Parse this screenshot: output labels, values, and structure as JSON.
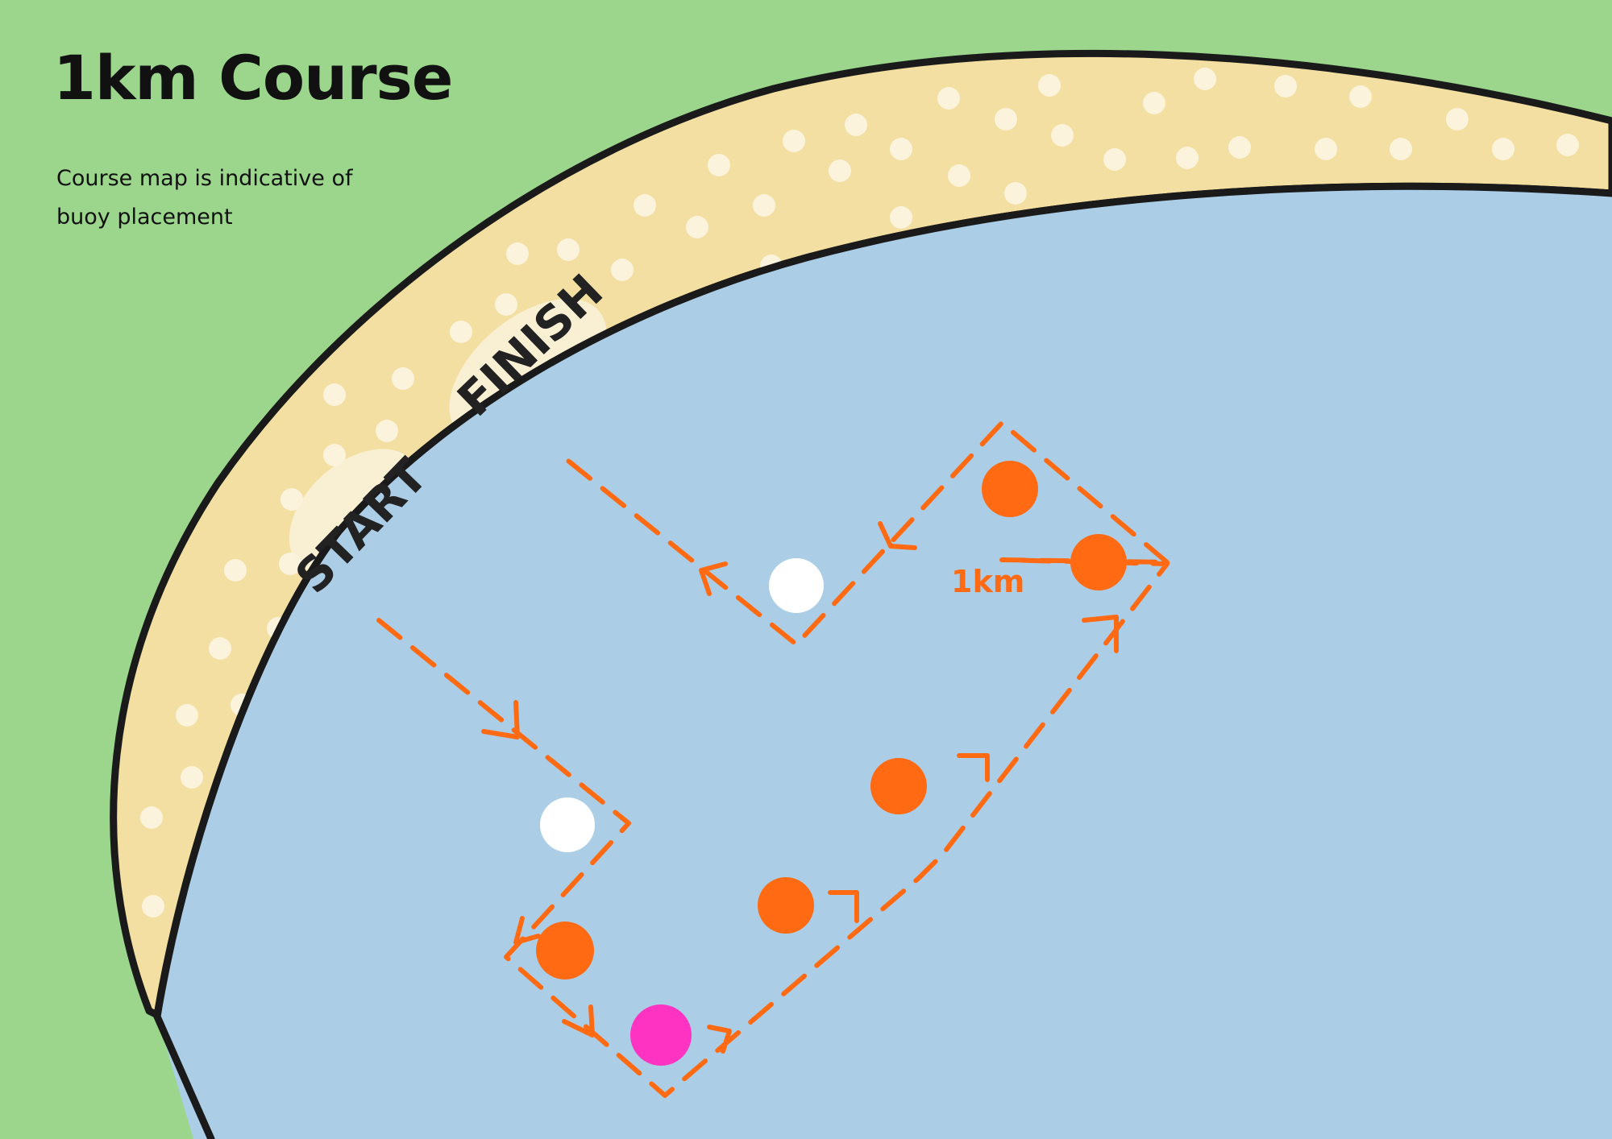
{
  "title": "1km Course",
  "subtitle": "Course map is indicative of buoy placement",
  "labels": {
    "start": "START",
    "finish": "FINISH",
    "distance": "1km"
  },
  "colors": {
    "grass": "#9bd68c",
    "sand": "#f2dfa1",
    "water": "#abcde6",
    "shore_outline": "#1a1a1a",
    "course_line": "#ff6a13",
    "buoy_turn": "#ff6a13",
    "buoy_marker": "#ffffff",
    "buoy_special": "#ff33c2"
  },
  "buoys": [
    {
      "type": "marker",
      "color": "white"
    },
    {
      "type": "turn",
      "color": "orange"
    },
    {
      "type": "turn",
      "color": "orange"
    },
    {
      "type": "marker",
      "color": "white"
    },
    {
      "type": "turn",
      "color": "orange"
    },
    {
      "type": "special",
      "color": "pink"
    },
    {
      "type": "turn",
      "color": "orange"
    },
    {
      "type": "turn",
      "color": "orange"
    }
  ]
}
